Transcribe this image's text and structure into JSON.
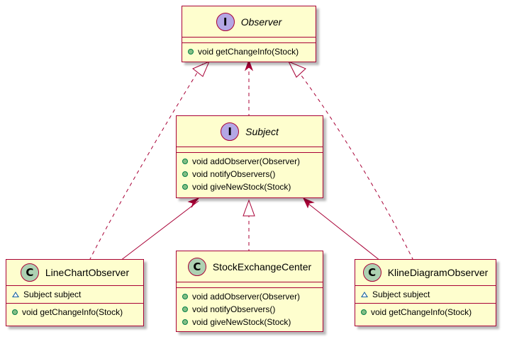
{
  "diagram": {
    "classes": [
      {
        "id": "observer",
        "kind": "interface",
        "stereotype_letter": "I",
        "name": "Observer",
        "fields": [],
        "methods": [
          {
            "visibility": "public",
            "text": "void getChangeInfo(Stock)"
          }
        ]
      },
      {
        "id": "subject",
        "kind": "interface",
        "stereotype_letter": "I",
        "name": "Subject",
        "fields": [],
        "methods": [
          {
            "visibility": "public",
            "text": "void addObserver(Observer)"
          },
          {
            "visibility": "public",
            "text": "void notifyObservers()"
          },
          {
            "visibility": "public",
            "text": "void giveNewStock(Stock)"
          }
        ]
      },
      {
        "id": "linechart",
        "kind": "class",
        "stereotype_letter": "C",
        "name": "LineChartObserver",
        "fields": [
          {
            "visibility": "package",
            "text": "Subject subject"
          }
        ],
        "methods": [
          {
            "visibility": "public",
            "text": "void getChangeInfo(Stock)"
          }
        ]
      },
      {
        "id": "stockexchange",
        "kind": "class",
        "stereotype_letter": "C",
        "name": "StockExchangeCenter",
        "fields": [],
        "methods": [
          {
            "visibility": "public",
            "text": "void addObserver(Observer)"
          },
          {
            "visibility": "public",
            "text": "void notifyObservers()"
          },
          {
            "visibility": "public",
            "text": "void giveNewStock(Stock)"
          }
        ]
      },
      {
        "id": "kline",
        "kind": "class",
        "stereotype_letter": "C",
        "name": "KlineDiagramObserver",
        "fields": [
          {
            "visibility": "package",
            "text": "Subject subject"
          }
        ],
        "methods": [
          {
            "visibility": "public",
            "text": "void getChangeInfo(Stock)"
          }
        ]
      }
    ],
    "relations": [
      {
        "from": "linechart",
        "to": "observer",
        "type": "realization"
      },
      {
        "from": "subject",
        "to": "observer",
        "type": "dependency"
      },
      {
        "from": "kline",
        "to": "observer",
        "type": "realization"
      },
      {
        "from": "linechart",
        "to": "subject",
        "type": "association"
      },
      {
        "from": "stockexchange",
        "to": "subject",
        "type": "realization"
      },
      {
        "from": "kline",
        "to": "subject",
        "type": "association"
      }
    ]
  },
  "colors": {
    "class_fill": "#FEFECE",
    "border": "#A80036",
    "interface_badge": "#B4A7E5",
    "class_badge": "#ADD1B2",
    "public_marker": "#84BE84",
    "package_marker": "#1963A0"
  }
}
